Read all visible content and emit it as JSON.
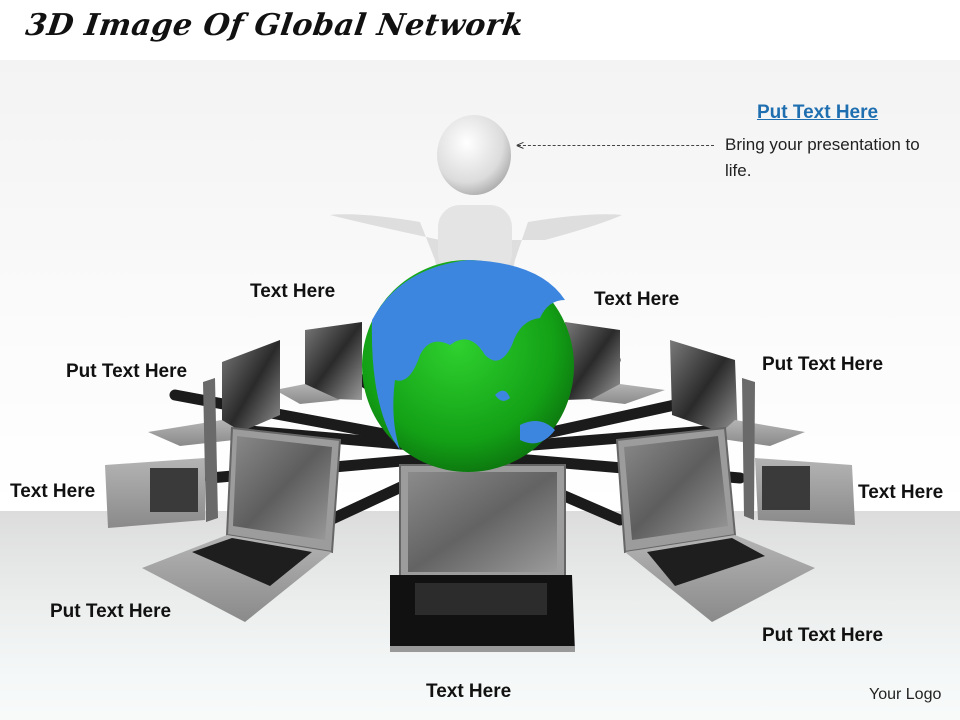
{
  "slide": {
    "title": "3D Image Of Global Network",
    "callout": {
      "heading": "Put Text Here",
      "body": "Bring your presentation to life."
    },
    "labels": [
      {
        "id": "top-left",
        "text": "Text Here"
      },
      {
        "id": "top-right",
        "text": "Text Here"
      },
      {
        "id": "upper-left",
        "text": "Put Text Here"
      },
      {
        "id": "upper-right",
        "text": "Put Text Here"
      },
      {
        "id": "mid-left",
        "text": "Text Here"
      },
      {
        "id": "mid-right",
        "text": "Text Here"
      },
      {
        "id": "lower-left",
        "text": "Put Text Here"
      },
      {
        "id": "lower-right",
        "text": "Put Text Here"
      },
      {
        "id": "bottom-center",
        "text": "Text Here"
      }
    ],
    "logo": "Your Logo",
    "colors": {
      "callout_heading": "#1f6fb0",
      "globe_ocean": "#17a61a",
      "globe_land": "#3d86e0",
      "laptop": "#9a9a9a",
      "cable": "#1a1a1a"
    },
    "icons": [
      "3d-person-figure",
      "globe-icon",
      "laptop-icon",
      "dashed-arrow-icon"
    ]
  }
}
